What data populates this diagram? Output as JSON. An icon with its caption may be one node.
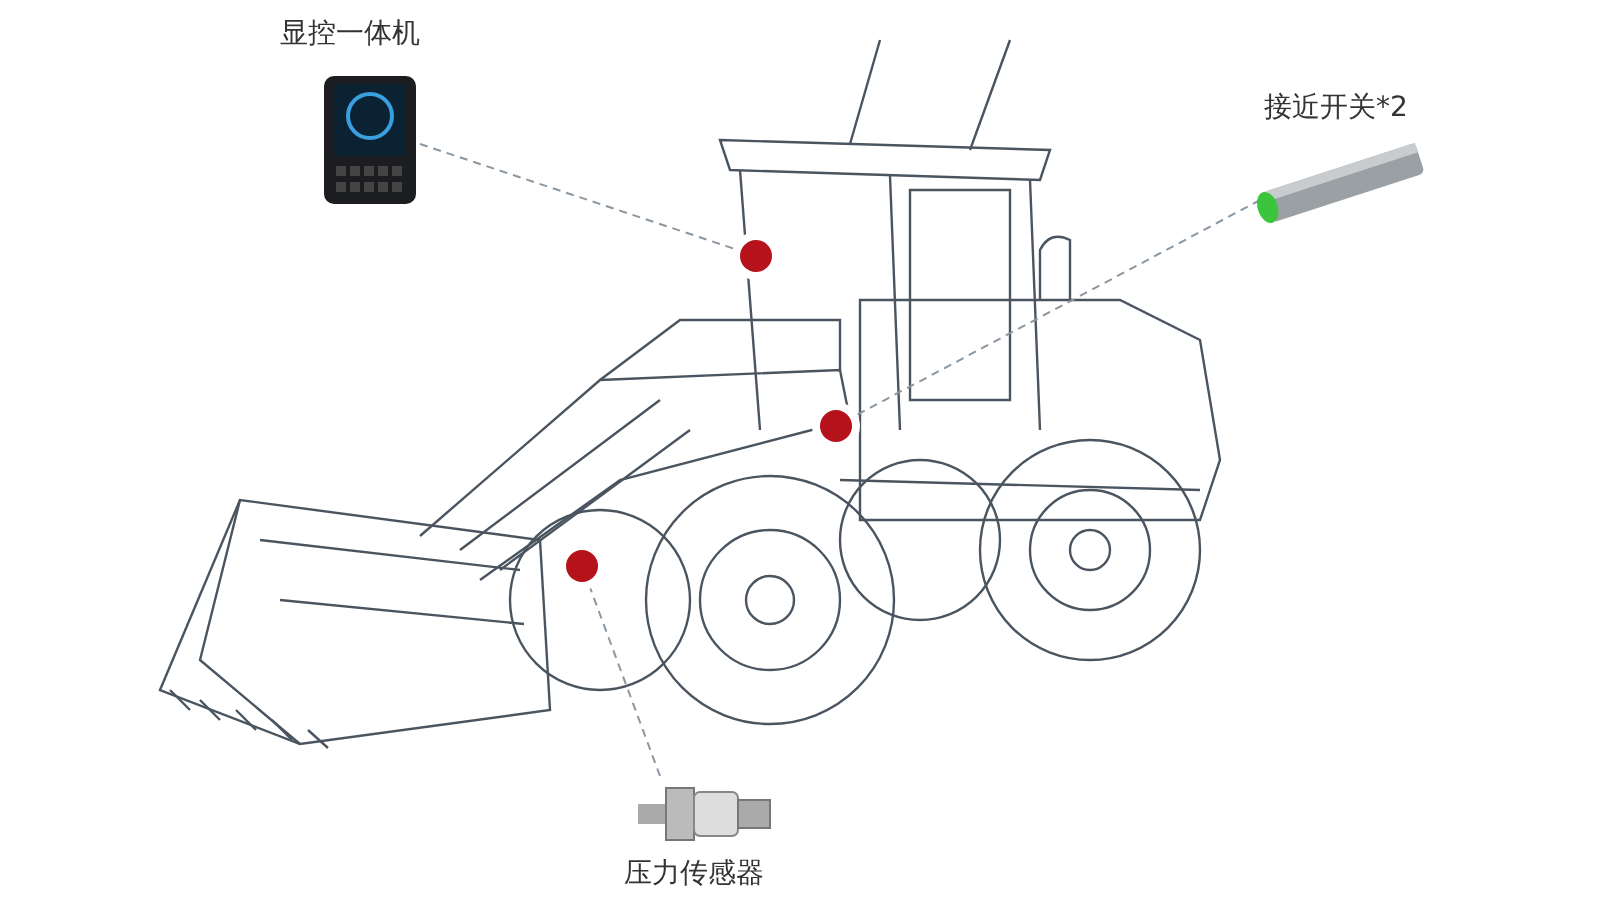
{
  "diagram": {
    "nodes": [
      {
        "text": [
          "显控一体机"
        ]
      },
      {
        "text": [],
        "shape": "circle"
      },
      {
        "text": [
          "接近开关*2"
        ]
      },
      {
        "text": [],
        "shape": "circle"
      },
      {
        "text": [
          "压力传感器"
        ]
      },
      {
        "text": [],
        "shape": "circle"
      }
    ],
    "edges": [
      {
        "from": 0,
        "to": 1,
        "arrow": "none",
        "style": "dashed"
      },
      {
        "from": 2,
        "to": 3,
        "arrow": "none",
        "style": "dashed"
      },
      {
        "from": 4,
        "to": 5,
        "arrow": "none",
        "style": "dashed"
      }
    ]
  }
}
